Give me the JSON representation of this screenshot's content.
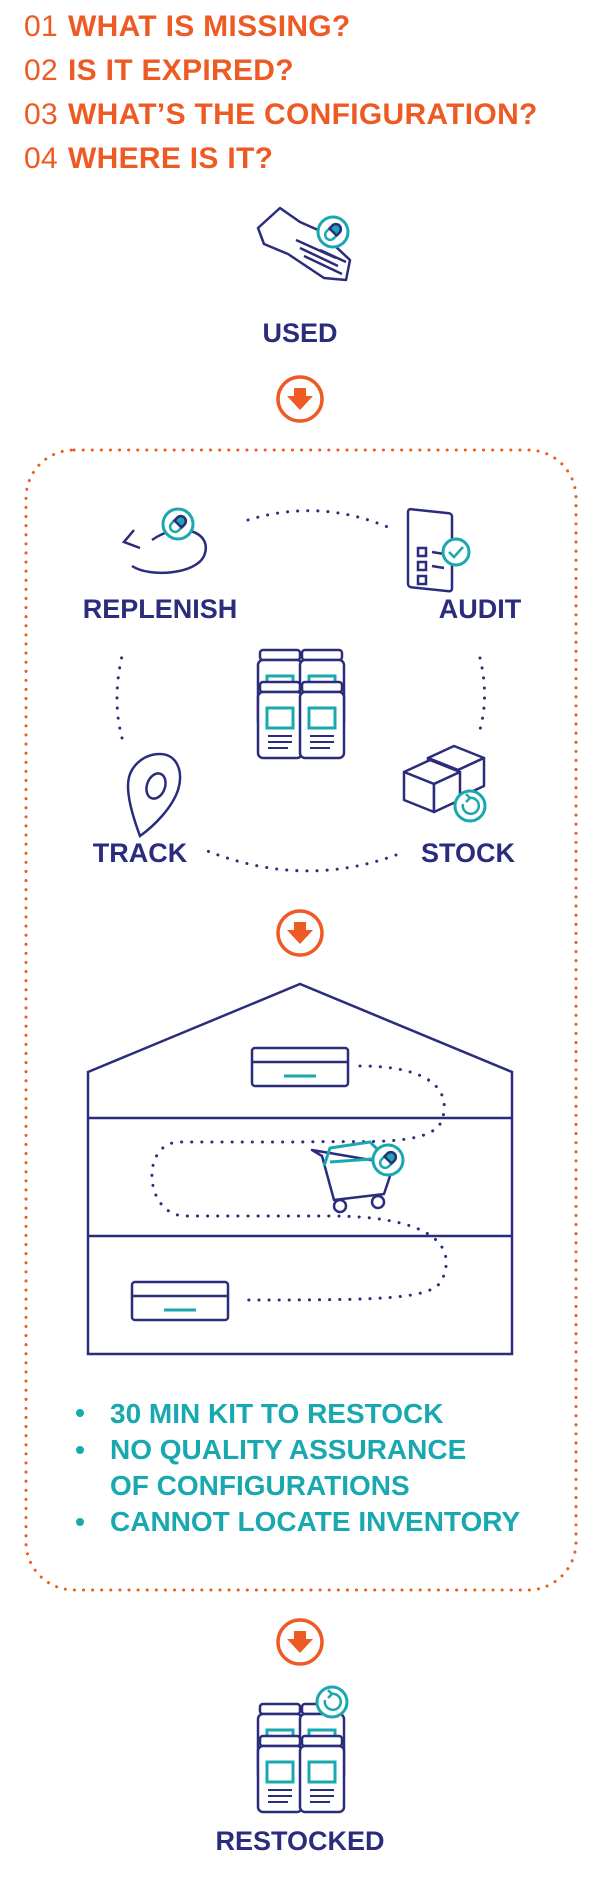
{
  "questions": [
    {
      "num": "01",
      "text": "WHAT IS MISSING?"
    },
    {
      "num": "02",
      "text": "IS IT EXPIRED?"
    },
    {
      "num": "03",
      "text": "WHAT’S THE CONFIGURATION?"
    },
    {
      "num": "04",
      "text": "WHERE IS IT?"
    }
  ],
  "labels": {
    "used": "USED",
    "replenish": "REPLENISH",
    "audit": "AUDIT",
    "track": "TRACK",
    "stock": "STOCK",
    "restocked": "RESTOCKED"
  },
  "bullets": [
    {
      "line1": "30 MIN KIT TO RESTOCK",
      "line2": ""
    },
    {
      "line1": "NO QUALITY ASSURANCE",
      "line2": "OF CONFIGURATIONS"
    },
    {
      "line1": "CANNOT LOCATE INVENTORY",
      "line2": ""
    }
  ],
  "icons": [
    "hand-pill-icon",
    "down-arrow-icon",
    "replenish-cycle-icon",
    "clipboard-check-icon",
    "medicine-jars-icon",
    "location-pin-icon",
    "boxes-restock-icon",
    "warehouse-icon",
    "tray-icon",
    "shopping-cart-icon",
    "restocked-jars-icon"
  ],
  "colors": {
    "orange": "#ee5a24",
    "navy": "#2b2d7c",
    "teal": "#1aa8b0"
  }
}
